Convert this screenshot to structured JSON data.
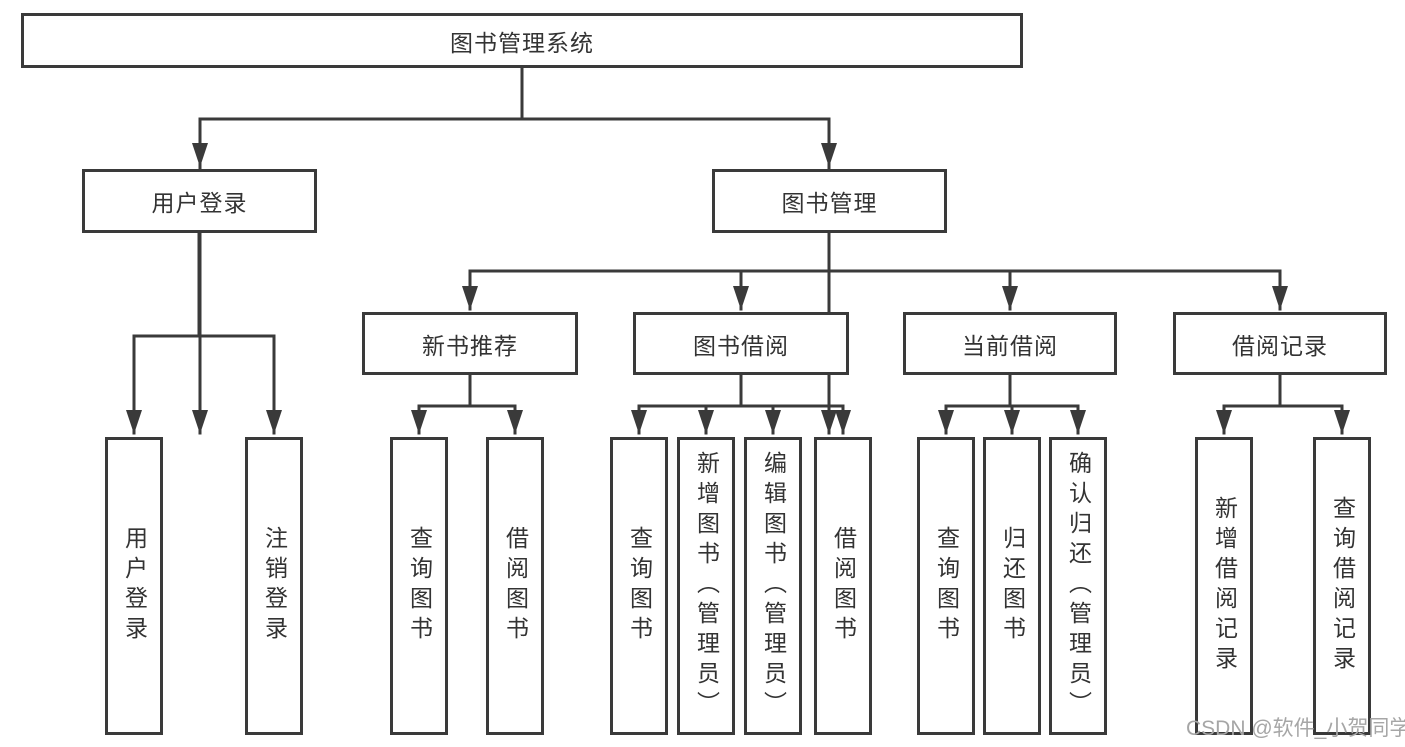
{
  "root": {
    "label": "图书管理系统"
  },
  "level2": [
    {
      "label": "用户登录"
    },
    {
      "label": "图书管理"
    }
  ],
  "level3": [
    {
      "label": "新书推荐"
    },
    {
      "label": "图书借阅"
    },
    {
      "label": "当前借阅"
    },
    {
      "label": "借阅记录"
    }
  ],
  "leaves": {
    "user": [
      "用户登录",
      "注销登录"
    ],
    "recommend": [
      "查询图书",
      "借阅图书"
    ],
    "borrow": [
      "查询图书",
      "新增图书（管理员）",
      "编辑图书（管理员）",
      "借阅图书"
    ],
    "current": [
      "查询图书",
      "归还图书",
      "确认归还（管理员）"
    ],
    "records": [
      "新增借阅记录",
      "查询借阅记录"
    ]
  },
  "watermark": {
    "text": "CSDN @软件_小贺同学"
  },
  "colors": {
    "line": "#3a3a3a",
    "text": "#333333",
    "watermark": "#a6a6a6"
  }
}
